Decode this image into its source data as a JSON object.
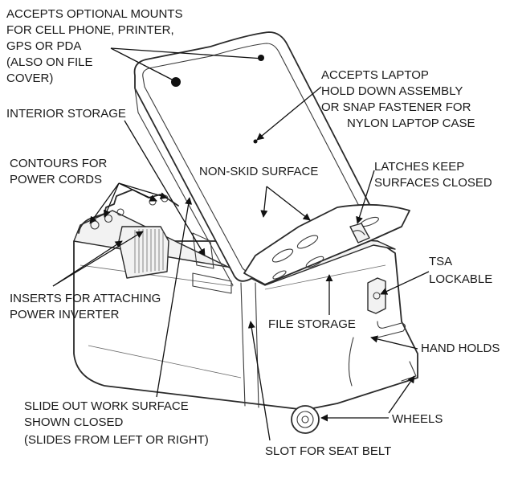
{
  "labels": {
    "mounts": [
      "ACCEPTS OPTIONAL MOUNTS",
      "FOR CELL PHONE, PRINTER,",
      "GPS OR PDA",
      "(ALSO ON FILE",
      "COVER)"
    ],
    "laptop": [
      "ACCEPTS LAPTOP",
      "HOLD DOWN ASSEMBLY",
      "OR SNAP FASTENER FOR",
      "NYLON LAPTOP CASE"
    ],
    "interior_storage": "INTERIOR STORAGE",
    "contours": [
      "CONTOURS FOR",
      "POWER CORDS"
    ],
    "non_skid": "NON-SKID SURFACE",
    "latches": [
      "LATCHES KEEP",
      "SURFACES CLOSED"
    ],
    "tsa": [
      "TSA",
      "LOCKABLE"
    ],
    "inserts": [
      "INSERTS FOR ATTACHING",
      "POWER INVERTER"
    ],
    "file_storage": "FILE STORAGE",
    "hand_holds": "HAND HOLDS",
    "slide_out": [
      "SLIDE OUT WORK SURFACE",
      "SHOWN CLOSED",
      "(SLIDES FROM LEFT OR RIGHT)"
    ],
    "wheels": "WHEELS",
    "seat_belt": "SLOT FOR SEAT BELT"
  }
}
